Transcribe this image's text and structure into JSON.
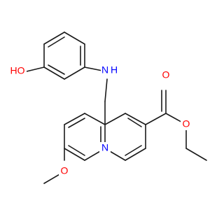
{
  "molecule": {
    "atom_labels": {
      "hydroxyl": "HO",
      "amine_n": "N",
      "amine_h": "H",
      "ring_n": "N",
      "carbonyl_o": "O",
      "ester_o": "O",
      "methoxy_o": "O"
    },
    "colors": {
      "bond": "#1a1a1a",
      "oxygen": "#ff0000",
      "nitrogen": "#0000ff"
    }
  }
}
